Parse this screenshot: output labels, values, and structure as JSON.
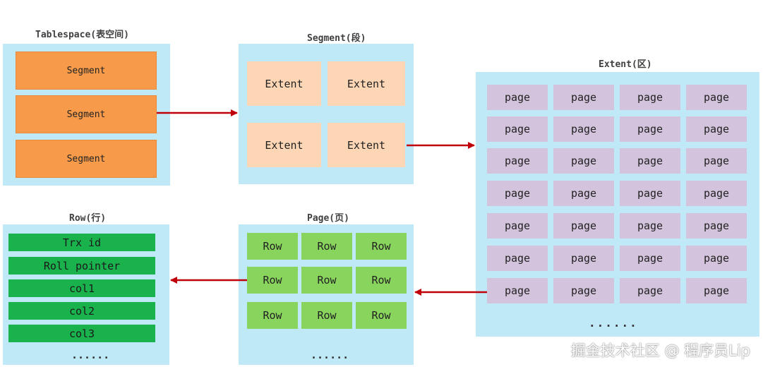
{
  "tablespace": {
    "title": "Tablespace(表空间)",
    "segments": [
      "Segment",
      "Segment",
      "Segment"
    ]
  },
  "segment": {
    "title": "Segment(段)",
    "extents": [
      "Extent",
      "Extent",
      "Extent",
      "Extent"
    ]
  },
  "extent": {
    "title": "Extent(区)",
    "page_label": "page",
    "ellipsis": "......"
  },
  "page": {
    "title": "Page(页)",
    "row_label": "Row",
    "ellipsis": "......"
  },
  "row": {
    "title": "Row(行)",
    "fields": [
      "Trx id",
      "Roll pointer",
      "col1",
      "col2",
      "col3"
    ],
    "ellipsis": "......"
  },
  "watermark": "掘金技术社区 @ 程序员Lip",
  "colors": {
    "panel": "#bfe9f7",
    "segment": "#f79a4a",
    "extent": "#fcd6b5",
    "page": "#d3c3dc",
    "row": "#88d45c",
    "field": "#19b24d",
    "arrow": "#c0000a"
  }
}
